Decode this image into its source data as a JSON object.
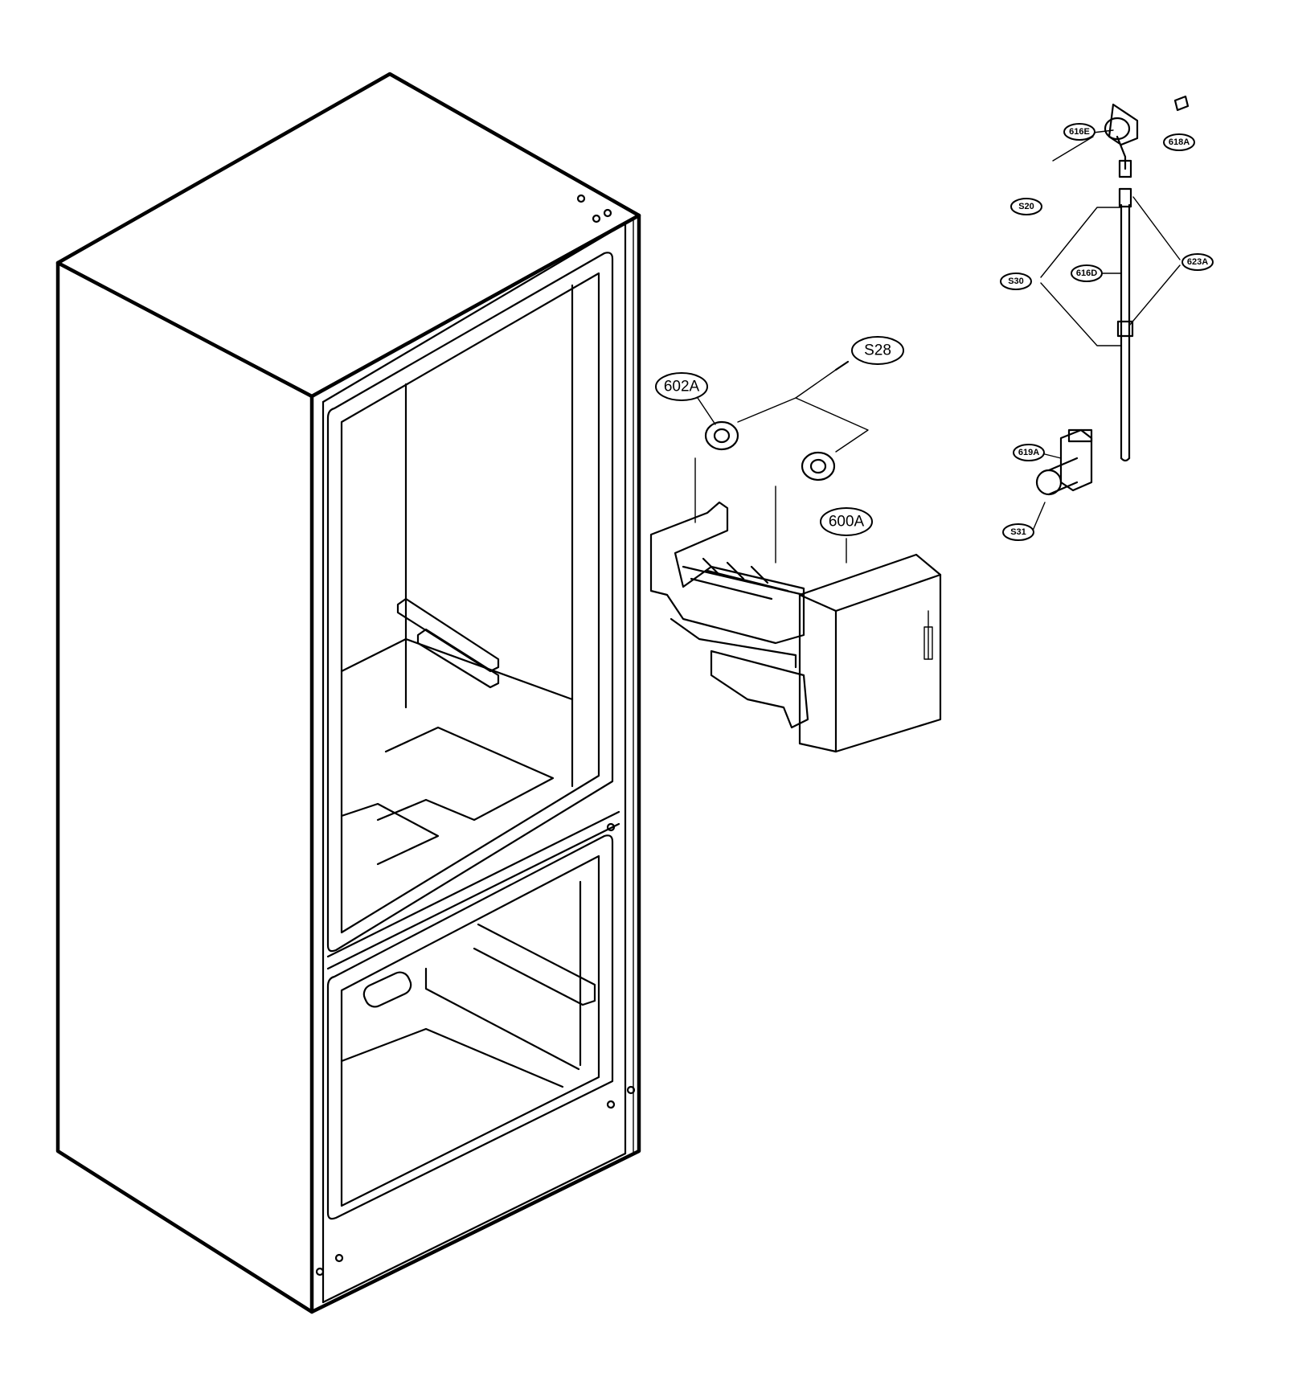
{
  "callouts": {
    "s28": "S28",
    "p602a": "602A",
    "p600a": "600A",
    "p616e": "616E",
    "p618a": "618A",
    "s20": "S20",
    "s30": "S30",
    "p616d": "616D",
    "p623a": "623A",
    "p619a": "619A",
    "s31": "S31"
  },
  "colors": {
    "line": "#000000",
    "paper": "#ffffff"
  }
}
